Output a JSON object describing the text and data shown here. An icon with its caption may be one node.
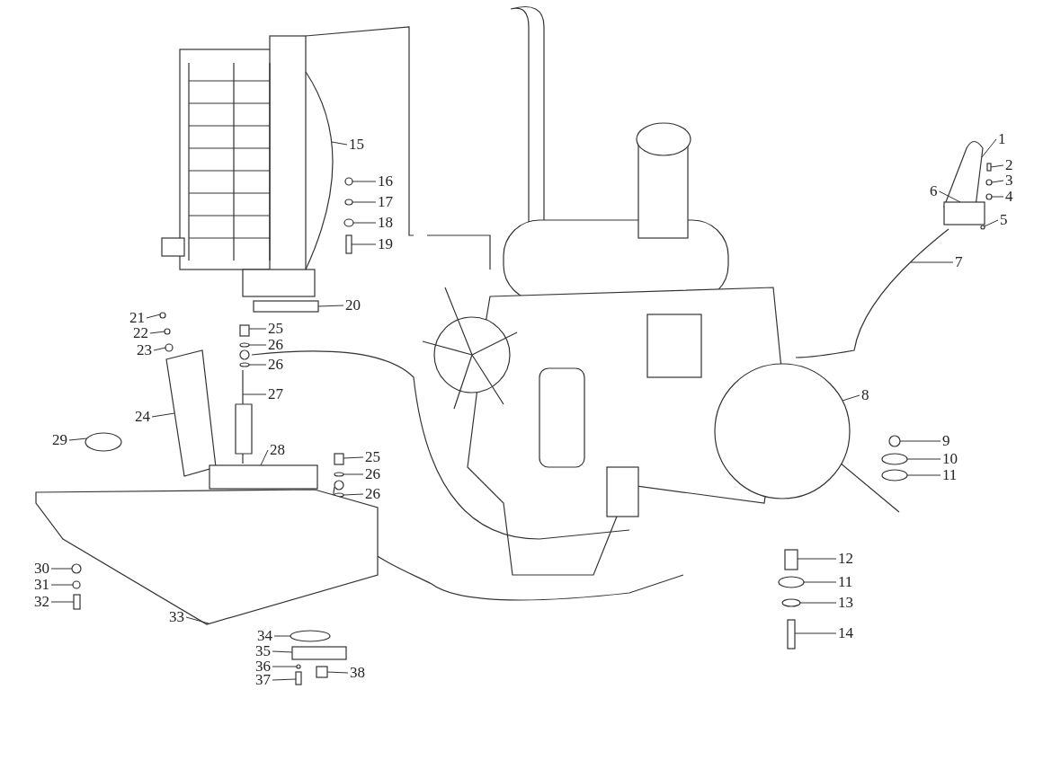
{
  "diagram": {
    "nodes": [
      {
        "text": [
          "1"
        ]
      },
      {
        "text": [
          "2"
        ]
      },
      {
        "text": [
          "3"
        ]
      },
      {
        "text": [
          "6"
        ]
      },
      {
        "text": [
          "4"
        ]
      },
      {
        "text": [
          "5"
        ]
      },
      {
        "text": [
          "15"
        ]
      },
      {
        "text": [
          "16"
        ]
      },
      {
        "text": [
          "17"
        ]
      },
      {
        "text": [
          "18"
        ]
      },
      {
        "text": [
          "19"
        ]
      },
      {
        "text": [
          "7"
        ]
      },
      {
        "text": [
          "20"
        ]
      },
      {
        "text": [
          "21"
        ]
      },
      {
        "text": [
          "25"
        ]
      },
      {
        "text": [
          "22"
        ]
      },
      {
        "text": [
          "26"
        ]
      },
      {
        "text": [
          "23"
        ]
      },
      {
        "text": [
          "26"
        ]
      },
      {
        "text": [
          "27"
        ]
      },
      {
        "text": [
          "8"
        ]
      },
      {
        "text": [
          "24"
        ]
      },
      {
        "text": [
          "9"
        ]
      },
      {
        "text": [
          "29"
        ]
      },
      {
        "text": [
          "25"
        ]
      },
      {
        "text": [
          "10"
        ]
      },
      {
        "text": [
          "28"
        ]
      },
      {
        "text": [
          "26"
        ]
      },
      {
        "text": [
          "11"
        ]
      },
      {
        "text": [
          "26"
        ]
      },
      {
        "text": [
          "12"
        ]
      },
      {
        "text": [
          "30"
        ]
      },
      {
        "text": [
          "11"
        ]
      },
      {
        "text": [
          "31"
        ]
      },
      {
        "text": [
          "32"
        ]
      },
      {
        "text": [
          "13"
        ]
      },
      {
        "text": [
          "33"
        ]
      },
      {
        "text": [
          "34"
        ]
      },
      {
        "text": [
          "14"
        ]
      },
      {
        "text": [
          "35"
        ]
      },
      {
        "text": [
          "36"
        ]
      },
      {
        "text": [
          "38"
        ]
      },
      {
        "text": [
          "37"
        ]
      },
      {
        "text": [],
        "shape": "picture"
      },
      {
        "text": [],
        "shape": "box"
      },
      {
        "text": [],
        "shape": "circle"
      },
      {
        "text": [],
        "shape": "box"
      },
      {
        "text": [],
        "shape": "circle"
      },
      {
        "text": [],
        "shape": "circle"
      },
      {
        "text": [],
        "shape": "picture"
      },
      {
        "text": [],
        "shape": "circle"
      },
      {
        "text": [],
        "shape": "circle"
      },
      {
        "text": [],
        "shape": "circle"
      },
      {
        "text": [],
        "shape": "box"
      },
      {
        "text": [],
        "shape": "picture"
      },
      {
        "text": [],
        "shape": "box"
      },
      {
        "text": [],
        "shape": "circle"
      },
      {
        "text": [],
        "shape": "box"
      },
      {
        "text": [],
        "shape": "circle"
      },
      {
        "text": [],
        "shape": "circle"
      },
      {
        "text": [],
        "shape": "circle"
      },
      {
        "text": [],
        "shape": "circle"
      },
      {
        "text": [],
        "shape": "picture"
      },
      {
        "text": [],
        "shape": "circle"
      },
      {
        "text": [],
        "shape": "picture"
      },
      {
        "text": [],
        "shape": "circle"
      },
      {
        "text": [],
        "shape": "circle"
      },
      {
        "text": [],
        "shape": "box"
      },
      {
        "text": [],
        "shape": "circle"
      },
      {
        "text": [],
        "shape": "box"
      },
      {
        "text": [],
        "shape": "circle"
      },
      {
        "text": [],
        "shape": "circle"
      },
      {
        "text": [],
        "shape": "circle"
      },
      {
        "text": [],
        "shape": "box"
      },
      {
        "text": [],
        "shape": "circle"
      },
      {
        "text": [],
        "shape": "circle"
      },
      {
        "text": [],
        "shape": "circle"
      },
      {
        "text": [],
        "shape": "box"
      },
      {
        "text": [],
        "shape": "circle"
      },
      {
        "text": [],
        "shape": "picture"
      },
      {
        "text": [],
        "shape": "circle"
      },
      {
        "text": [],
        "shape": "box"
      },
      {
        "text": [],
        "shape": "box"
      },
      {
        "text": [],
        "shape": "circle"
      },
      {
        "text": [],
        "shape": "box"
      },
      {
        "text": [],
        "shape": "box"
      }
    ],
    "edges": [
      {
        "from": 0,
        "to": 43,
        "arrow": "none"
      },
      {
        "from": 1,
        "to": 44,
        "arrow": "none"
      },
      {
        "from": 2,
        "to": 45,
        "arrow": "none"
      },
      {
        "from": 3,
        "to": 46,
        "arrow": "none"
      },
      {
        "from": 4,
        "to": 47,
        "arrow": "none"
      },
      {
        "from": 5,
        "to": 48,
        "arrow": "none"
      },
      {
        "from": 6,
        "to": 49,
        "arrow": "none"
      },
      {
        "from": 7,
        "to": 50,
        "arrow": "none"
      },
      {
        "from": 8,
        "to": 51,
        "arrow": "none"
      },
      {
        "from": 9,
        "to": 52,
        "arrow": "none"
      },
      {
        "from": 10,
        "to": 53,
        "arrow": "none"
      },
      {
        "from": 11,
        "to": 54,
        "arrow": "none"
      },
      {
        "from": 12,
        "to": 55,
        "arrow": "none"
      },
      {
        "from": 13,
        "to": 56,
        "arrow": "none"
      },
      {
        "from": 14,
        "to": 57,
        "arrow": "none"
      },
      {
        "from": 15,
        "to": 58,
        "arrow": "none"
      },
      {
        "from": 16,
        "to": 59,
        "arrow": "none"
      },
      {
        "from": 17,
        "to": 60,
        "arrow": "none"
      },
      {
        "from": 18,
        "to": 61,
        "arrow": "none"
      },
      {
        "from": 19,
        "to": 62,
        "arrow": "none"
      },
      {
        "from": 20,
        "to": 63,
        "arrow": "none"
      },
      {
        "from": 21,
        "to": 64,
        "arrow": "none"
      },
      {
        "from": 22,
        "to": 65,
        "arrow": "none"
      },
      {
        "from": 23,
        "to": 66,
        "arrow": "none"
      },
      {
        "from": 24,
        "to": 67,
        "arrow": "none"
      },
      {
        "from": 25,
        "to": 68,
        "arrow": "none"
      },
      {
        "from": 26,
        "to": 69,
        "arrow": "none"
      },
      {
        "from": 27,
        "to": 70,
        "arrow": "none"
      },
      {
        "from": 28,
        "to": 71,
        "arrow": "none"
      },
      {
        "from": 29,
        "to": 72,
        "arrow": "none"
      },
      {
        "from": 30,
        "to": 73,
        "arrow": "none"
      },
      {
        "from": 31,
        "to": 74,
        "arrow": "none"
      },
      {
        "from": 32,
        "to": 75,
        "arrow": "none"
      },
      {
        "from": 33,
        "to": 76,
        "arrow": "none"
      },
      {
        "from": 34,
        "to": 77,
        "arrow": "none"
      },
      {
        "from": 35,
        "to": 78,
        "arrow": "none"
      },
      {
        "from": 36,
        "to": 79,
        "arrow": "none"
      },
      {
        "from": 37,
        "to": 80,
        "arrow": "none"
      },
      {
        "from": 38,
        "to": 81,
        "arrow": "none"
      },
      {
        "from": 39,
        "to": 82,
        "arrow": "none"
      },
      {
        "from": 40,
        "to": 83,
        "arrow": "none"
      },
      {
        "from": 41,
        "to": 84,
        "arrow": "none"
      },
      {
        "from": 42,
        "to": 85,
        "arrow": "none"
      }
    ]
  }
}
